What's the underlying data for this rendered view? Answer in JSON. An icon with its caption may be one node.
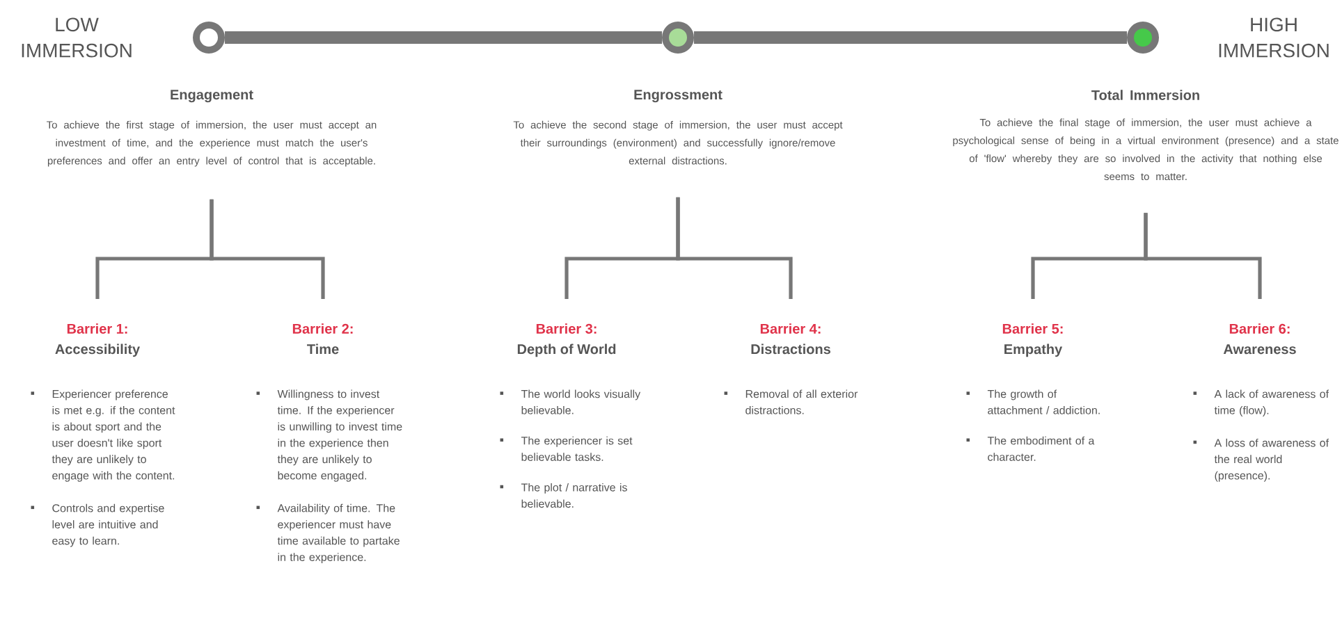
{
  "diagram": {
    "nodes": [
      {
        "text": [],
        "shape": "circle"
      },
      {
        "text": [],
        "shape": "circle"
      },
      {
        "text": [],
        "shape": "circle"
      },
      {
        "text": [
          "Engagement",
          "To achieve the first stage of immersion, the user must accept an investment of time, and the experience must match the user's preferences and offer an entry level of control that is acceptable."
        ]
      },
      {
        "text": [
          "Engrossment",
          "To achieve the second stage of immersion, the user must accept their surroundings (environment) and successfully ignore/remove external distractions."
        ]
      },
      {
        "text": [
          "Total Immersion",
          "To achieve the final stage of immersion, the user must achieve a psychological sense of being in a virtual environment (presence) and a state of 'flow' whereby they are so involved in the activity that nothing else seems to matter."
        ]
      },
      {
        "text": [
          "Barrier 1:",
          "Accessibility",
          "Experiencer preference is met e.g. if the content is about sport and the user doesn't like sport they are unlikely to engage with the content.",
          "Controls and expertise level are intuitive and easy to learn."
        ]
      },
      {
        "text": [
          "Barrier 2:",
          "Time",
          "Willingness to invest time. If the experiencer is unwilling to invest time in the experience then they are unlikely to become engaged.",
          "Availability of time. The experiencer must have time available to partake in the experience."
        ]
      },
      {
        "text": [
          "Barrier 3:",
          "Depth of World",
          "The world looks visually believable.",
          "The experiencer is set believable tasks.",
          "The plot / narrative is believable."
        ]
      },
      {
        "text": [
          "Barrier 4:",
          "Distractions",
          "Removal of all exterior distractions."
        ]
      },
      {
        "text": [
          "Barrier 5:",
          "Empathy",
          "The growth of attachment / addiction.",
          "The embodiment of a character."
        ]
      },
      {
        "text": [
          "Barrier 6:",
          "Awareness",
          "A lack of awareness of time (flow).",
          "A loss of awareness of the real world (presence)."
        ]
      }
    ],
    "edges": [
      {
        "from": 0,
        "to": 1,
        "arrow": "none",
        "style": "thick"
      },
      {
        "from": 1,
        "to": 2,
        "arrow": "none",
        "style": "thick"
      },
      {
        "from": 3,
        "to": 6,
        "arrow": "none"
      },
      {
        "from": 3,
        "to": 7,
        "arrow": "none"
      },
      {
        "from": 4,
        "to": 8,
        "arrow": "none"
      },
      {
        "from": 4,
        "to": 9,
        "arrow": "none"
      },
      {
        "from": 5,
        "to": 10,
        "arrow": "none"
      },
      {
        "from": 5,
        "to": 11,
        "arrow": "none"
      }
    ],
    "labels": [
      "LOW IMMERSION",
      "HIGH IMMERSION"
    ]
  }
}
